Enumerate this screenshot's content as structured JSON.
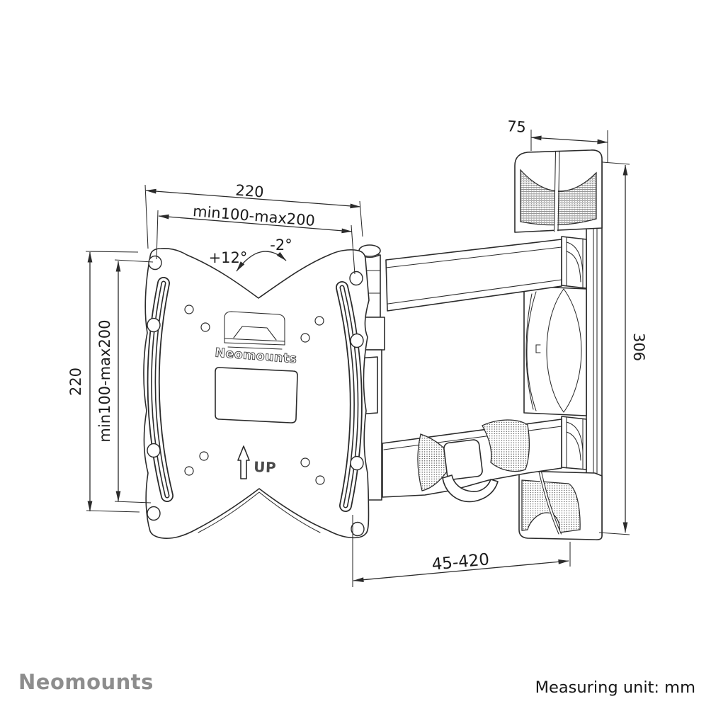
{
  "diagram": {
    "dimensions": {
      "plate_width": "220",
      "vesa_width": "min100-max200",
      "plate_height": "220",
      "vesa_height": "min100-max200",
      "tilt_up": "+12°",
      "tilt_down": "-2°",
      "wall_bracket_width": "75",
      "wall_bracket_height": "306",
      "extension_range": "45-420"
    },
    "plate": {
      "brand": "Neomounts",
      "up_label": "UP"
    },
    "footer": {
      "brand": "Neomounts",
      "measuring_unit": "Measuring unit: mm"
    },
    "colors": {
      "line": "#2b2b2b",
      "brand_gray": "#8d8d8d",
      "text": "#1a1a1a",
      "background": "#ffffff"
    }
  }
}
